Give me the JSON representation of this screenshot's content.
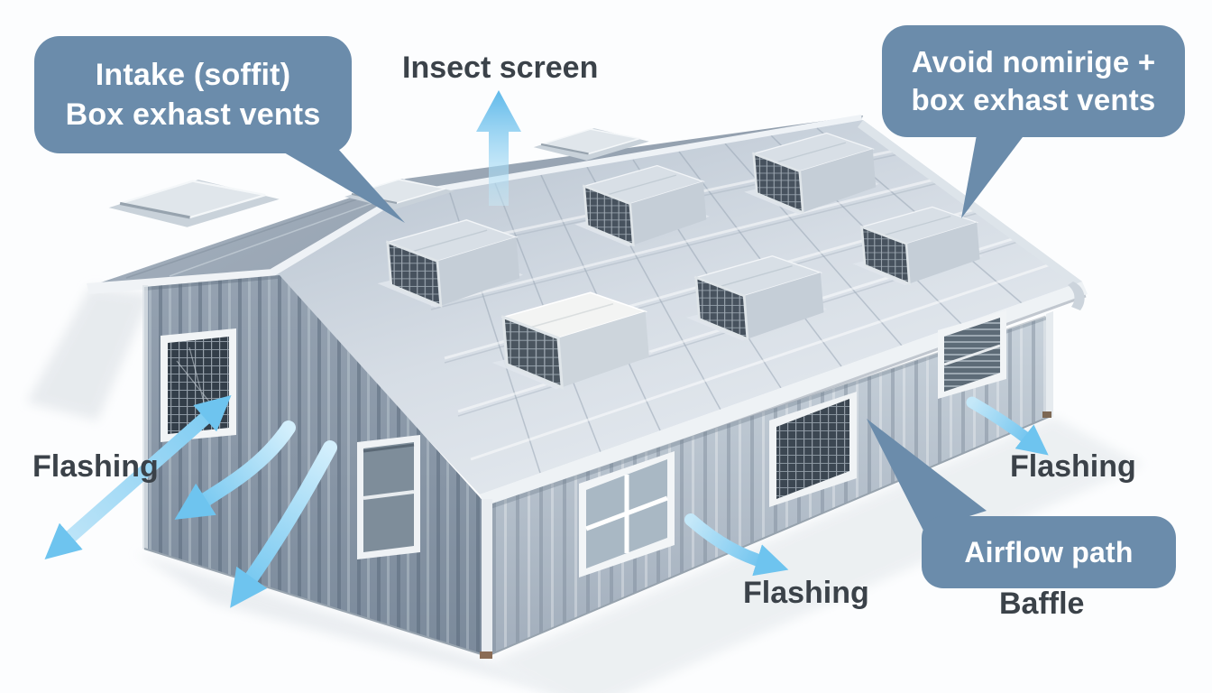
{
  "colors": {
    "bubble_blue": "#6b8cab",
    "label_dark": "#3b4249",
    "arrow_blue": "#6ec4ef",
    "roof_light": "#d9e0e8",
    "wall_gray": "#9fabba"
  },
  "callouts": {
    "intake": {
      "line1": "Intake (soffit)",
      "line2": "Box exhast vents"
    },
    "insect_screen": {
      "label": "Insect screen"
    },
    "avoid": {
      "line1": "Avoid nomirige +",
      "line2": "box exhast vents"
    },
    "flashing_left": {
      "label": "Flashing"
    },
    "flashing_bottom": {
      "label": "Flashing"
    },
    "flashing_right": {
      "label": "Flashing"
    },
    "airflow_path": {
      "label": "Airflow path"
    },
    "baffle": {
      "label": "Baffle"
    }
  }
}
